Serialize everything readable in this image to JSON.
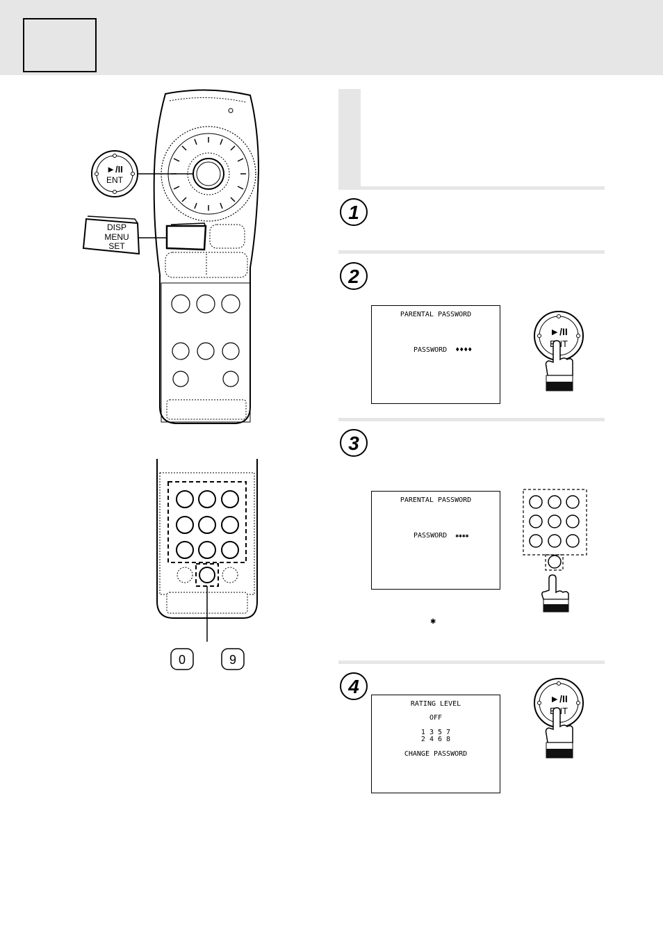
{
  "steps": [
    "1",
    "2",
    "3",
    "4"
  ],
  "screen_step2": {
    "title": "PARENTAL PASSWORD",
    "password_label": "PASSWORD",
    "password_value": "♦♦♦♦"
  },
  "screen_step3": {
    "title": "PARENTAL PASSWORD",
    "password_label": "PASSWORD",
    "password_value": "✱✱✱✱"
  },
  "screen_step4": {
    "title": "RATING LEVEL",
    "off_label": "OFF",
    "levels_row1": "1 3 5 7",
    "levels_row2": "2 4 6 8",
    "change_password": "CHANGE PASSWORD"
  },
  "remote": {
    "ent_label": "ENT",
    "play_pause_symbol": "►/II",
    "disp_label": "DISP",
    "menu_label": "MENU",
    "set_label": "SET"
  },
  "keypad": {
    "range_start": "0",
    "range_end": "9"
  },
  "asterisk_note": "✱"
}
